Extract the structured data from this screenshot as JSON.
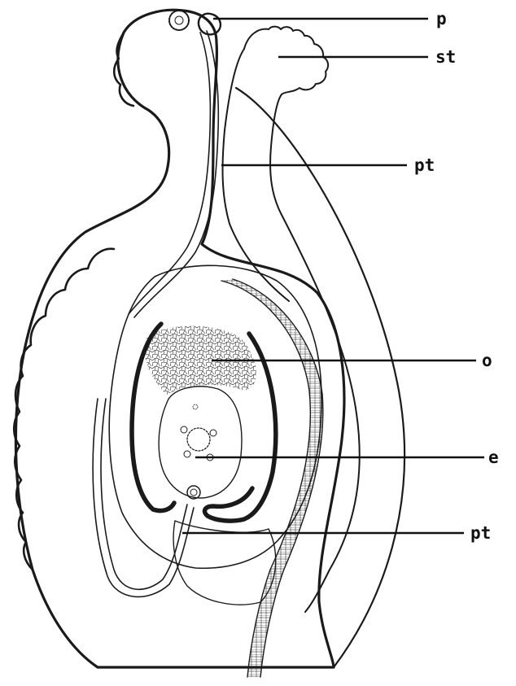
{
  "labels": {
    "p": "p",
    "st": "st",
    "pt_upper": "pt",
    "o": "o",
    "e": "e",
    "pt_lower": "pt"
  }
}
